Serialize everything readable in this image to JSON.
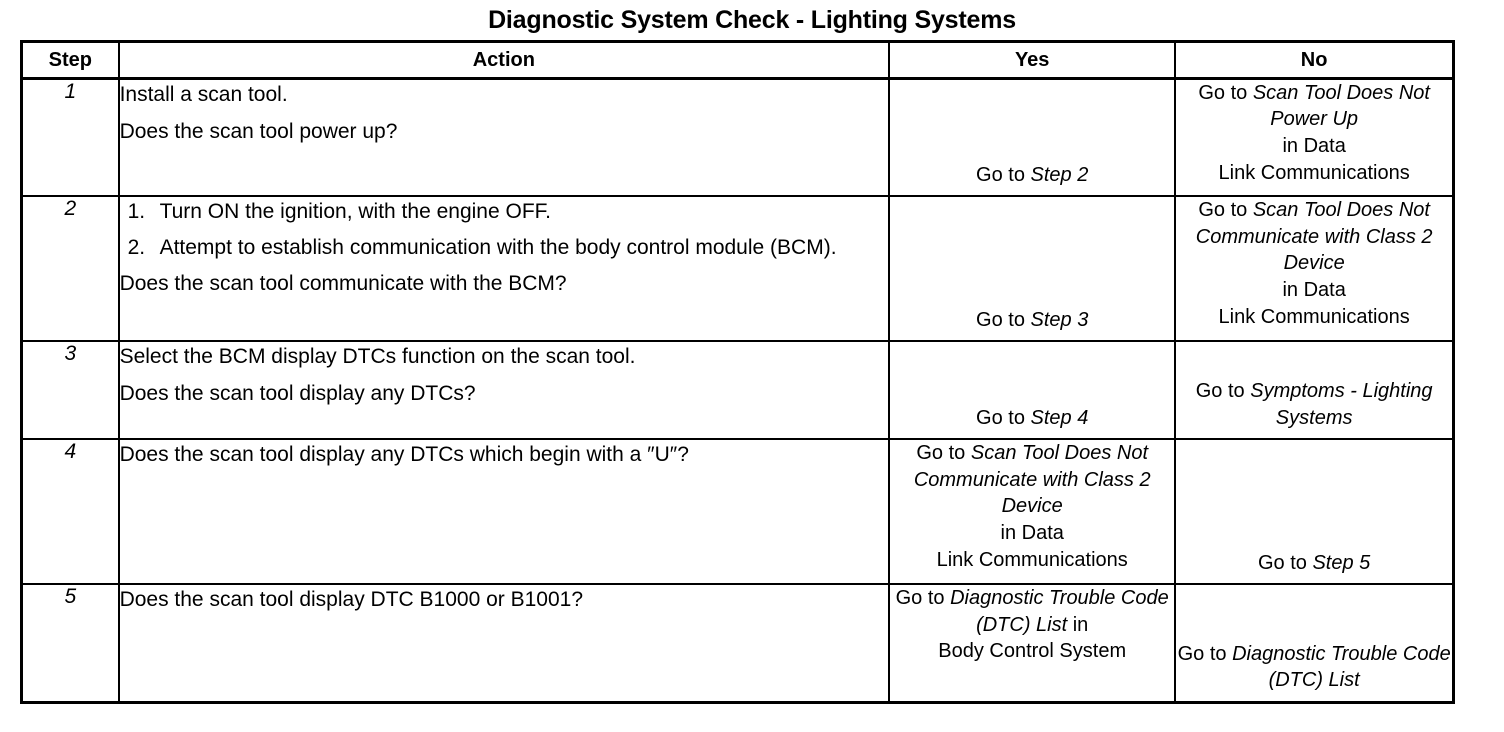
{
  "document": {
    "title": "Diagnostic System Check - Lighting Systems"
  },
  "table": {
    "headers": {
      "step": "Step",
      "action": "Action",
      "yes": "Yes",
      "no": "No"
    },
    "rows": [
      {
        "step": "1",
        "action_lines": [
          "Install a scan tool.",
          "Does the scan tool power up?"
        ],
        "yes": {
          "prefix": "Go to ",
          "ref": "Step 2",
          "suffix": "",
          "extra_lines": []
        },
        "no": {
          "prefix": "Go to ",
          "ref": "Scan Tool Does Not Power Up",
          "suffix": "",
          "extra_lines": [
            "in Data",
            "Link Communications"
          ]
        }
      },
      {
        "step": "2",
        "numbered_items": [
          {
            "num": "1.",
            "text": "Turn ON the ignition, with the engine OFF."
          },
          {
            "num": "2.",
            "text": "Attempt to establish communication with the body control module (BCM)."
          }
        ],
        "action_lines": [
          "Does the scan tool communicate with the BCM?"
        ],
        "yes": {
          "prefix": "Go to ",
          "ref": "Step 3",
          "suffix": "",
          "extra_lines": []
        },
        "no": {
          "prefix": "Go to ",
          "ref": "Scan Tool Does Not Communicate with Class 2 Device",
          "suffix": "",
          "extra_lines": [
            "in Data",
            "Link Communications"
          ]
        }
      },
      {
        "step": "3",
        "action_lines": [
          "Select the BCM display DTCs function on the scan tool.",
          "Does the scan tool display any DTCs?"
        ],
        "yes": {
          "prefix": "Go to ",
          "ref": "Step 4",
          "suffix": "",
          "extra_lines": []
        },
        "no": {
          "prefix": "Go to ",
          "ref": "Symptoms - Lighting Systems",
          "suffix": "",
          "extra_lines": []
        }
      },
      {
        "step": "4",
        "action_lines": [
          "Does the scan tool display any DTCs which begin with a ″U″?"
        ],
        "yes": {
          "prefix": "Go to ",
          "ref": "Scan Tool Does Not Communicate with Class 2 Device",
          "suffix": "",
          "extra_lines": [
            "in Data",
            "Link Communications"
          ]
        },
        "no": {
          "prefix": "Go to ",
          "ref": "Step 5",
          "suffix": "",
          "extra_lines": []
        }
      },
      {
        "step": "5",
        "action_lines": [
          "Does the scan tool display DTC B1000 or B1001?"
        ],
        "yes": {
          "prefix": "Go to ",
          "ref": "Diagnostic Trouble Code (DTC) List",
          "suffix": " in",
          "extra_lines": [
            "Body Control System"
          ]
        },
        "no": {
          "prefix": "Go to ",
          "ref": "Diagnostic Trouble Code (DTC) List",
          "suffix": "",
          "extra_lines": []
        }
      }
    ]
  }
}
